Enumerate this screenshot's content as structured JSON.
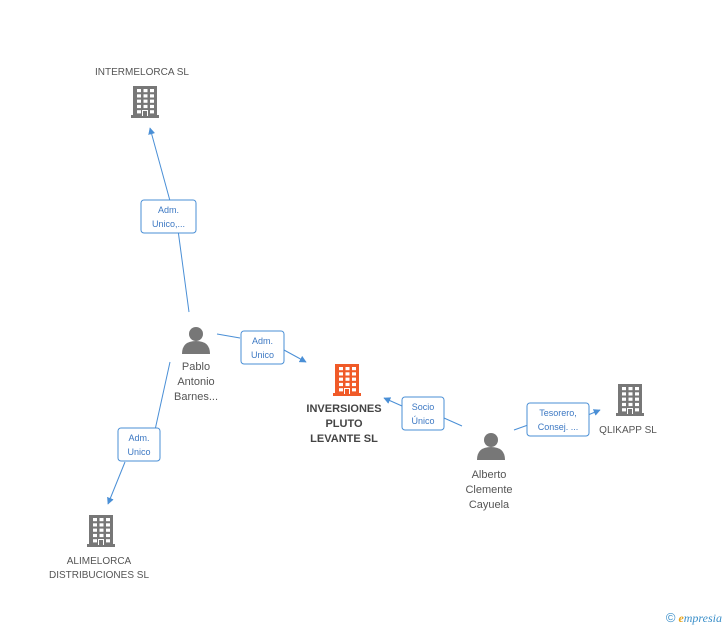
{
  "nodes": {
    "intermelorca": {
      "kind": "company",
      "lines": [
        "INTERMELORCA SL"
      ],
      "color": "#777777"
    },
    "pablo": {
      "kind": "person",
      "lines": [
        "Pablo",
        "Antonio",
        "Barnes..."
      ],
      "color": "#777777"
    },
    "inversiones": {
      "kind": "company",
      "lines": [
        "INVERSIONES",
        "PLUTO",
        "LEVANTE SL"
      ],
      "color": "#f05a28"
    },
    "alimelorca": {
      "kind": "company",
      "lines": [
        "ALIMELORCA",
        "DISTRIBUCIONES SL"
      ],
      "color": "#777777"
    },
    "alberto": {
      "kind": "person",
      "lines": [
        "Alberto",
        "Clemente",
        "Cayuela"
      ],
      "color": "#777777"
    },
    "qlikapp": {
      "kind": "company",
      "lines": [
        "QLIKAPP SL"
      ],
      "color": "#777777"
    }
  },
  "edges": [
    {
      "from": "pablo",
      "to": "intermelorca",
      "lines": [
        "Adm.",
        "Unico,..."
      ]
    },
    {
      "from": "pablo",
      "to": "inversiones",
      "lines": [
        "Adm.",
        "Unico"
      ]
    },
    {
      "from": "pablo",
      "to": "alimelorca",
      "lines": [
        "Adm.",
        "Unico"
      ]
    },
    {
      "from": "alberto",
      "to": "inversiones",
      "lines": [
        "Socio",
        "Único"
      ]
    },
    {
      "from": "alberto",
      "to": "qlikapp",
      "lines": [
        "Tesorero,",
        "Consej. ..."
      ]
    }
  ],
  "colors": {
    "edge": "#4a8fd6",
    "edge_text": "#3c78c3",
    "icon_gray": "#777777",
    "icon_focus": "#f05a28"
  },
  "brand": {
    "copyright": "©",
    "initial": "e",
    "rest": "mpresia"
  }
}
